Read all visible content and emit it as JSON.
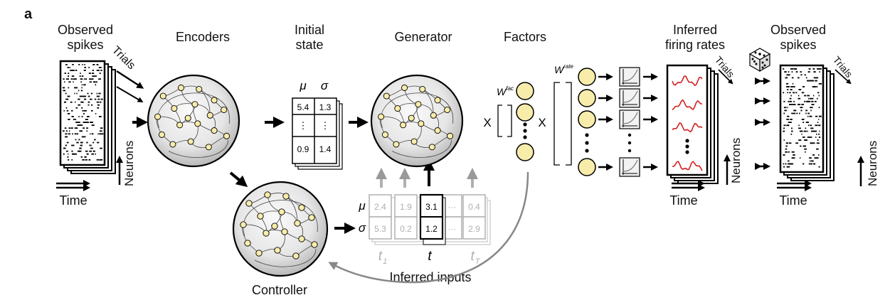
{
  "panel_letter": "a",
  "headers": {
    "observed_spikes_left": [
      "Observed",
      "spikes"
    ],
    "encoders": "Encoders",
    "initial_state": [
      "Initial",
      "state"
    ],
    "generator": "Generator",
    "factors": "Factors",
    "inferred_firing_rates": [
      "Inferred",
      "firing rates"
    ],
    "observed_spikes_right": [
      "Observed",
      "spikes"
    ],
    "controller": "Controller",
    "inferred_inputs": "Inferred inputs"
  },
  "axis_labels": {
    "trials": "Trials",
    "neurons": "Neurons",
    "time": "Time"
  },
  "initial_state": {
    "mu_symbol": "μ",
    "sigma_symbol": "σ",
    "rows": [
      [
        "5.4",
        "1.3"
      ],
      [
        "⋮",
        "⋮"
      ],
      [
        "0.9",
        "1.4"
      ]
    ]
  },
  "inferred_inputs": {
    "mu_symbol": "μ",
    "sigma_symbol": "σ",
    "mu_values": [
      "2.4",
      "1.9",
      "3.1",
      "···",
      "0.4"
    ],
    "sigma_values": [
      "5.3",
      "0.2",
      "1.2",
      "···",
      "2.9"
    ],
    "time_labels": [
      "t",
      "t",
      "t"
    ],
    "time_subscripts": [
      "1",
      "",
      "T"
    ]
  },
  "weights": {
    "factors": {
      "symbol": "W",
      "superscript": "fac"
    },
    "rates": {
      "symbol": "W",
      "superscript": "rate"
    }
  },
  "multiply_symbol": "X",
  "colors": {
    "node_fill": "#f7ecaa",
    "rate_trace": "#d42020",
    "faded": "#b0b0b0",
    "brain_fill_center": "#fafafa",
    "brain_fill_edge": "#b9b9b9"
  },
  "icons": {
    "dice": "dice-icon"
  }
}
